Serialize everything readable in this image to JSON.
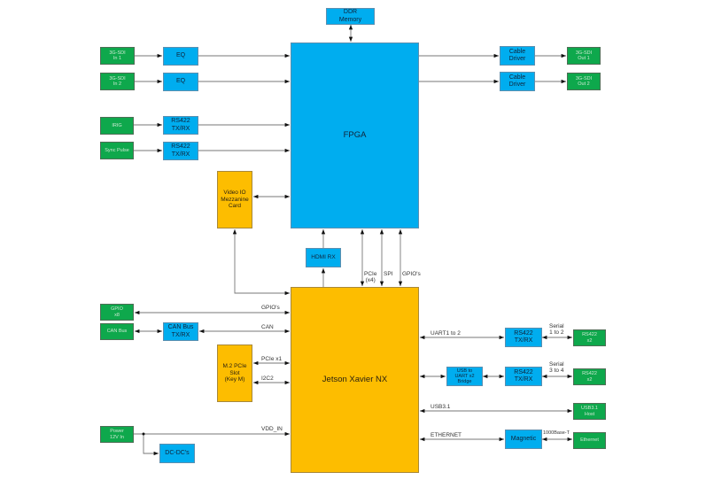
{
  "blocks": {
    "ddr": "DDR\nMemory",
    "fpga": "FPGA",
    "sdi_in1": "3G-SDI\nIn 1",
    "sdi_in2": "3G-SDI\nIn  2",
    "eq1": "EQ",
    "eq2": "EQ",
    "irig": "IRIG",
    "sync": "Sync Pulse",
    "rs422_irig": "RS422\nTX/RX",
    "rs422_sync": "RS422\nTX/RX",
    "video_io": "Video IO\nMezzanine\nCard",
    "cable1": "Cable\nDriver",
    "cable2": "Cable\nDriver",
    "sdi_out1": "3G-SDI\nOut 1",
    "sdi_out2": "3G-SDI\nOut 2",
    "hdmi": "HDMI RX",
    "jetson": "Jetson Xavier NX",
    "gpio": "GPIO\nx8",
    "can": "CAN Bus",
    "can_txrx": "CAN Bus\nTX/RX",
    "m2": "M.2 PCIe\nSlot\n(Key M)",
    "power": "Power\n12V In",
    "dcdc": "DC-DC's",
    "rs422_a": "RS422\nTX/RX",
    "rs422_x2_a": "RS422\nx2",
    "usb_uart": "USB  to\nUART x2\nBridge",
    "rs422_b": "RS422\nTX/RX",
    "rs422_x2_b": "RS422\nx2",
    "usb_host": "USB3.1\nHost",
    "magnetic": "Magnetic",
    "ethernet": "Ethernet"
  },
  "labels": {
    "pcie_x4": "PCIe\n(x4)",
    "spi": "SPI",
    "gpios_top": "GPIO's",
    "gpios": "GPIO's",
    "can": "CAN",
    "pcie_x1": "PCIe x1",
    "i2c2": "I2C2",
    "vdd_in": "VDD_IN",
    "uart": "UART1 to 2",
    "serial12": "Serial\n1 to 2",
    "serial34": "Serial\n3 to 4",
    "usb31": "USB3.1",
    "ethernet": "ETHERNET",
    "base_t": "1000Base-T"
  },
  "colors": {
    "processor": "#00adef",
    "connector": "#0ea84c",
    "module": "#fdbd00"
  }
}
